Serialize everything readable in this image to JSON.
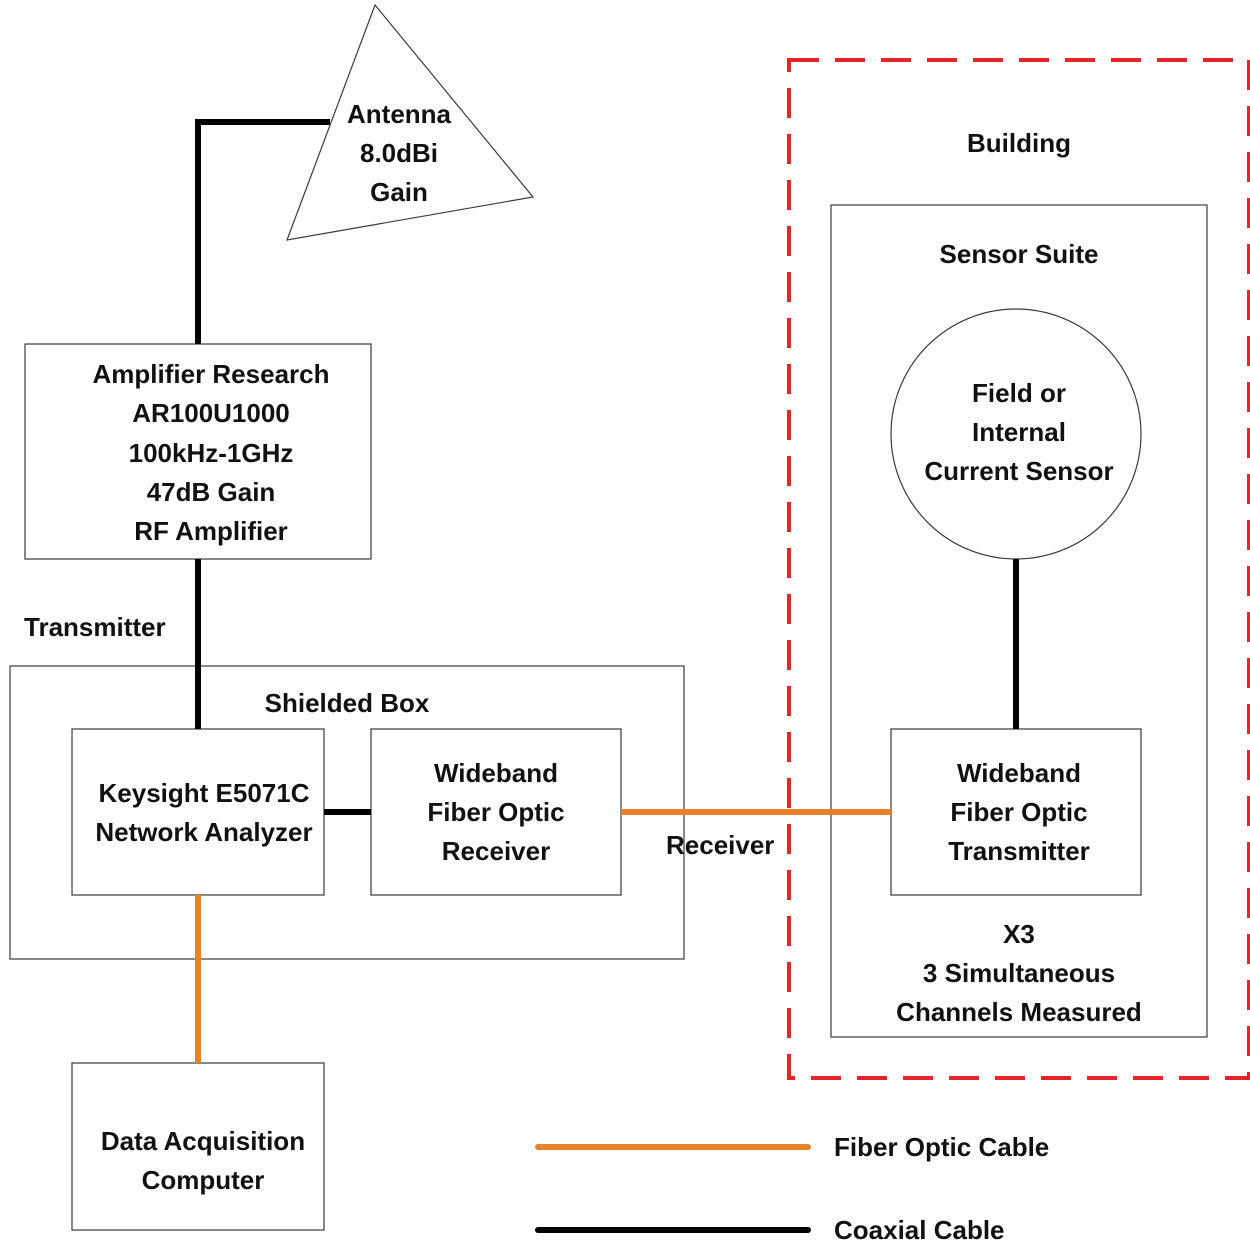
{
  "colors": {
    "fiber": "#e8822a",
    "coax": "#000000",
    "building_border": "#e8232a",
    "box_border": "#3a3a3a"
  },
  "antenna": {
    "line1": "Antenna",
    "line2": "8.0dBi",
    "line3": "Gain"
  },
  "amplifier": {
    "line1": "Amplifier Research",
    "line2": "AR100U1000",
    "line3": "100kHz-1GHz",
    "line4": "47dB Gain",
    "line5": "RF Amplifier"
  },
  "transmitter_label": "Transmitter",
  "shielded_box": {
    "title": "Shielded Box",
    "analyzer": {
      "line1": "Keysight E5071C",
      "line2": "Network Analyzer"
    },
    "fiber_receiver": {
      "line1": "Wideband",
      "line2": "Fiber Optic",
      "line3": "Receiver"
    }
  },
  "receiver_label": "Receiver",
  "building": {
    "title": "Building",
    "sensor_suite": {
      "title": "Sensor Suite",
      "sensor": {
        "line1": "Field or",
        "line2": "Internal",
        "line3": "Current Sensor"
      },
      "fiber_transmitter": {
        "line1": "Wideband",
        "line2": "Fiber Optic",
        "line3": "Transmitter"
      },
      "note": {
        "line1": "X3",
        "line2": "3 Simultaneous",
        "line3": "Channels Measured"
      }
    }
  },
  "computer": {
    "line1": "Data Acquisition",
    "line2": "Computer"
  },
  "legend": {
    "fiber": "Fiber Optic Cable",
    "coax": "Coaxial Cable"
  }
}
